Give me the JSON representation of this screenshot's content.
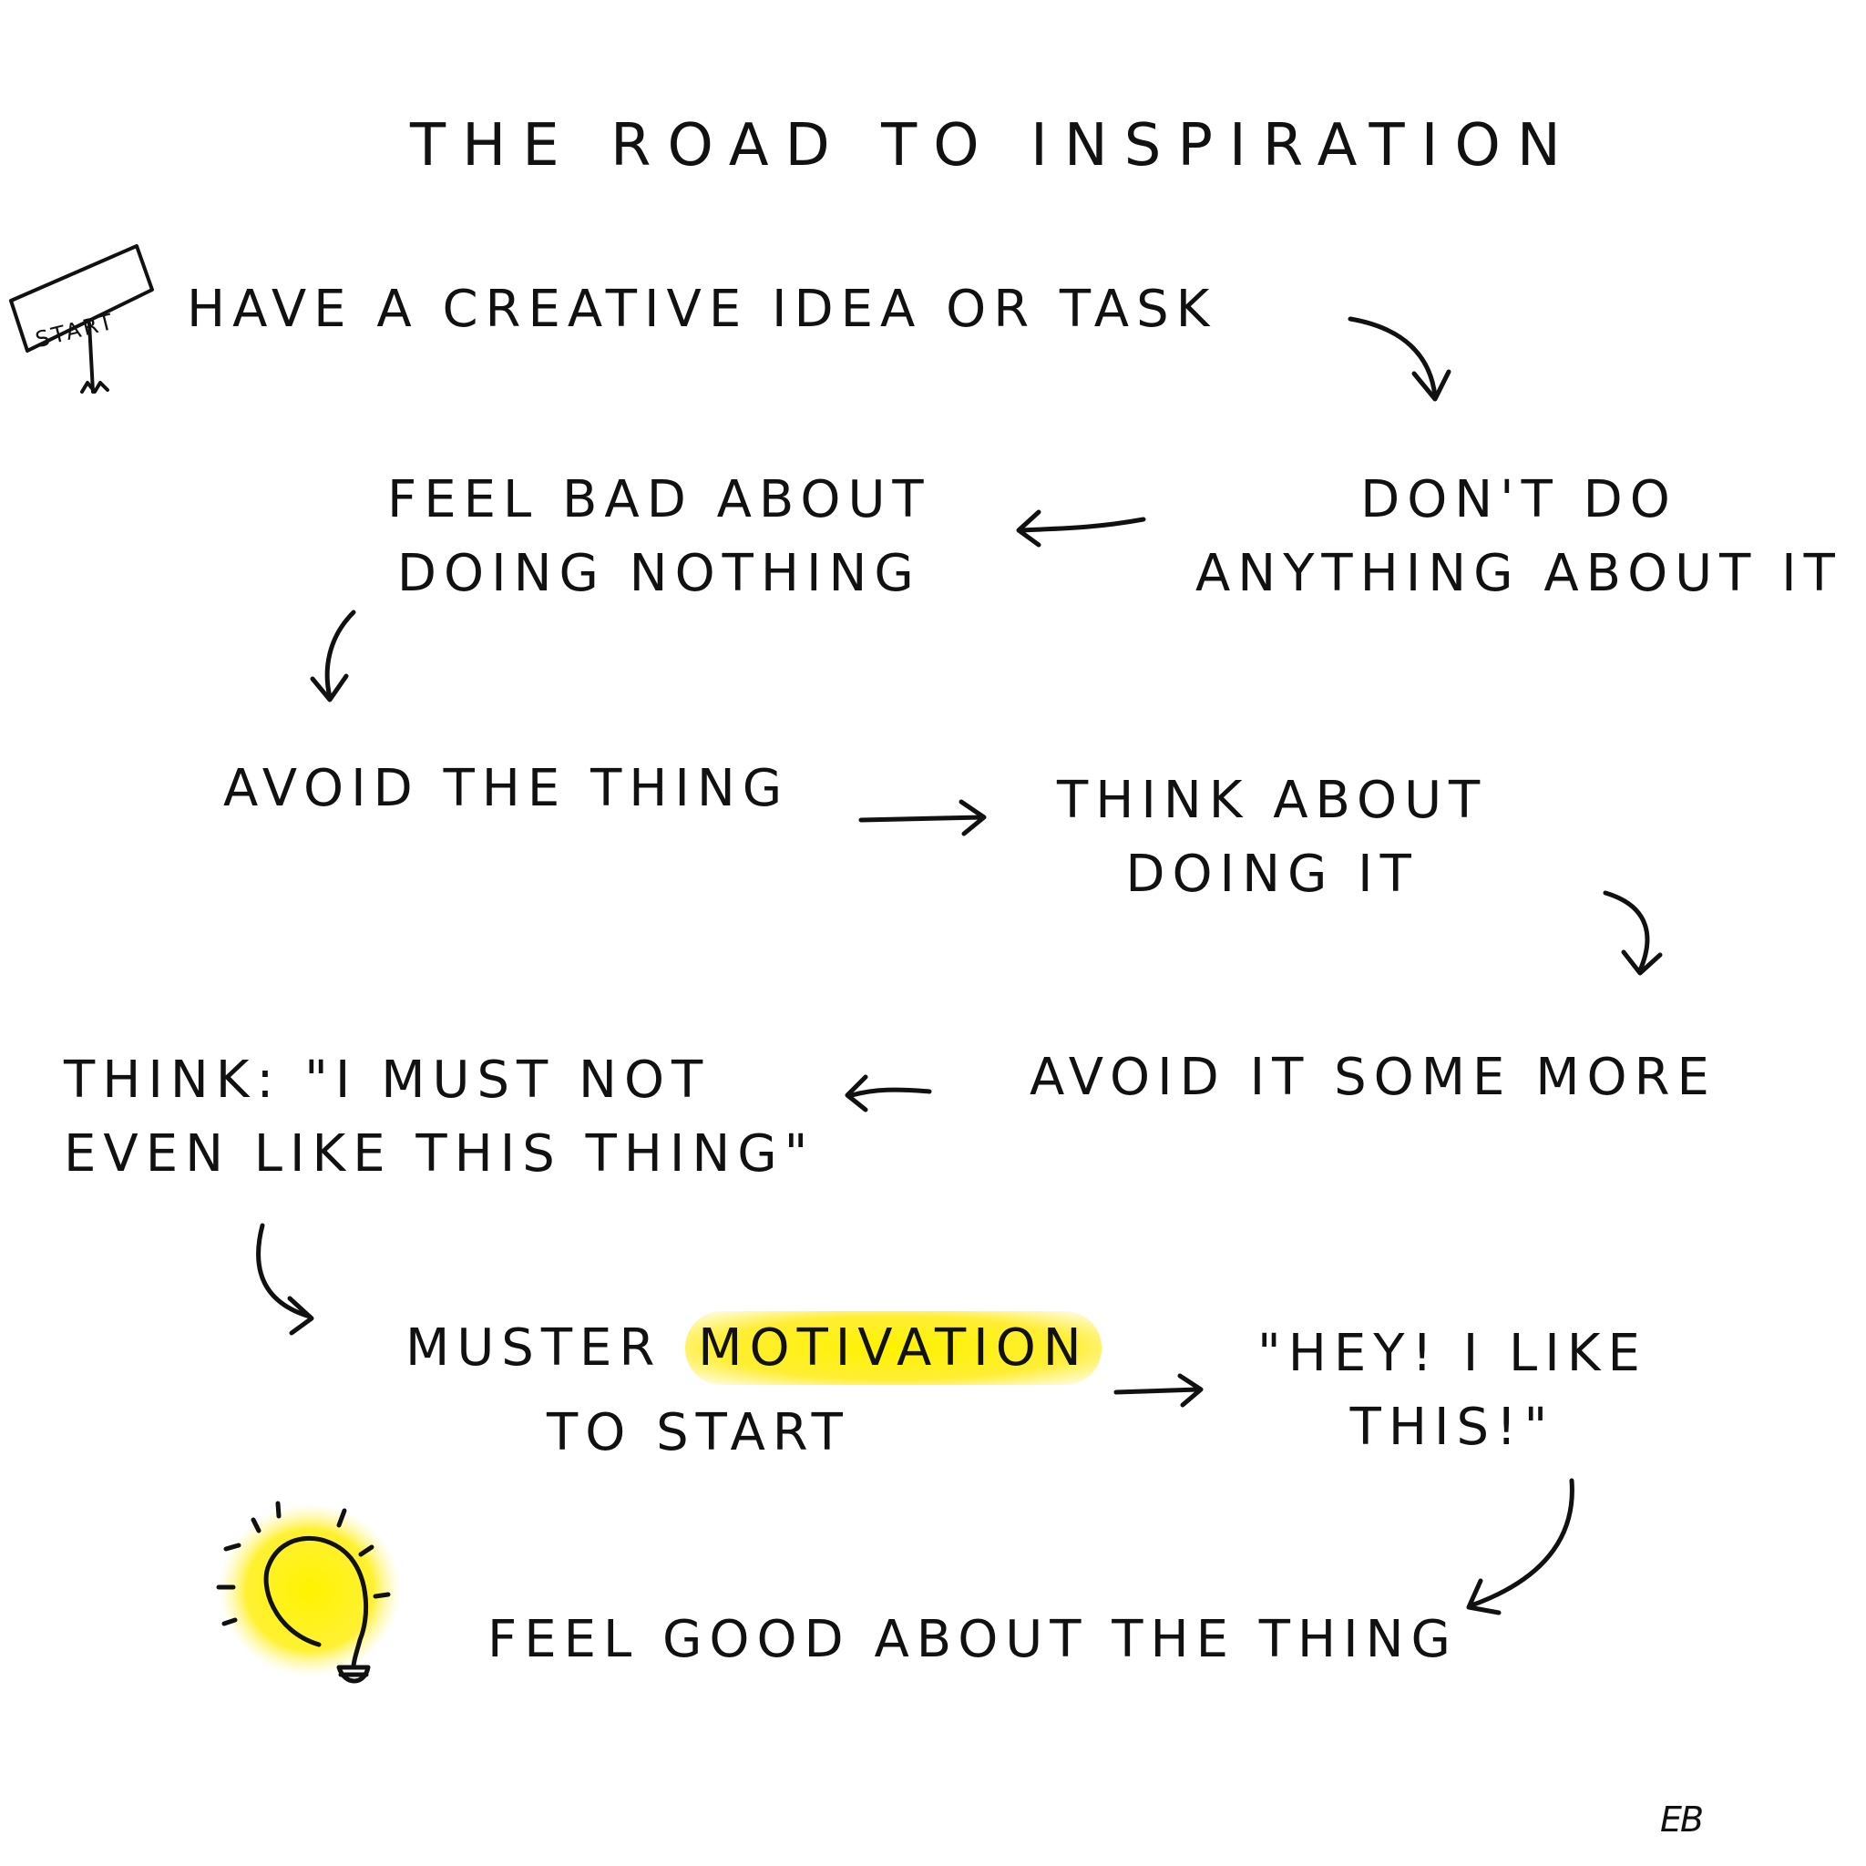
{
  "title": "THE ROAD TO INSPIRATION",
  "start_sign": "START",
  "steps": {
    "step1": "HAVE A CREATIVE IDEA OR TASK",
    "step2": "DON'T DO\nANYTHING ABOUT IT",
    "step3": "FEEL BAD ABOUT\nDOING NOTHING",
    "step4": "AVOID THE THING",
    "step5": "THINK ABOUT\nDOING IT",
    "step6": "AVOID IT SOME MORE",
    "step7": "THINK: \"I MUST NOT\nEVEN LIKE THIS THING\"",
    "step8_prefix": "MUSTER",
    "step8_highlight": "MOTIVATION",
    "step8_suffix": "TO START",
    "step9": "\"HEY! I LIKE\nTHIS!\"",
    "step10": "FEEL GOOD ABOUT THE THING"
  },
  "signature": "EB",
  "colors": {
    "ink": "#111111",
    "highlight": "#fff200",
    "background": "#ffffff"
  },
  "icons": [
    "start-sign-icon",
    "lightbulb-icon"
  ]
}
